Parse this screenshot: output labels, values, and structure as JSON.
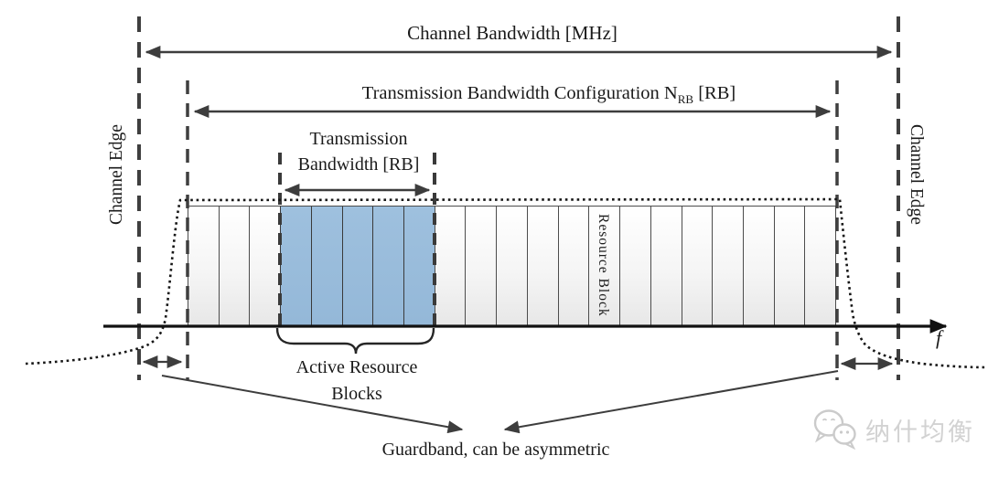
{
  "diagram": {
    "arrows": {
      "channel_bandwidth_label": "Channel Bandwidth [MHz]",
      "transmission_config_label_prefix": "Transmission Bandwidth Configuration N",
      "transmission_config_label_sub": "RB",
      "transmission_config_label_suffix": " [RB]",
      "transmission_bandwidth_label_line1": "Transmission",
      "transmission_bandwidth_label_line2": "Bandwidth [RB]"
    },
    "channel_edges": {
      "left_label": "Channel Edge",
      "right_label": "Channel Edge"
    },
    "frequency_axis": {
      "label": "f"
    },
    "resource_blocks": {
      "total": 21,
      "active_start_index": 3,
      "active_count": 5,
      "block_label": "Resource Block"
    },
    "annotations": {
      "active_blocks_label_line1": "Active Resource",
      "active_blocks_label_line2": "Blocks",
      "guardband_label": "Guardband, can be asymmetric"
    },
    "colors": {
      "active_block_fill": "#9ec0de",
      "inactive_block_fill": "#f4f4f4",
      "line": "#3d3d3d",
      "dotted_mask": "#161616",
      "watermark": "#d2d2d2"
    },
    "watermark": {
      "icon": "wechat-bubbles-icon",
      "text": "纳什均衡"
    }
  }
}
